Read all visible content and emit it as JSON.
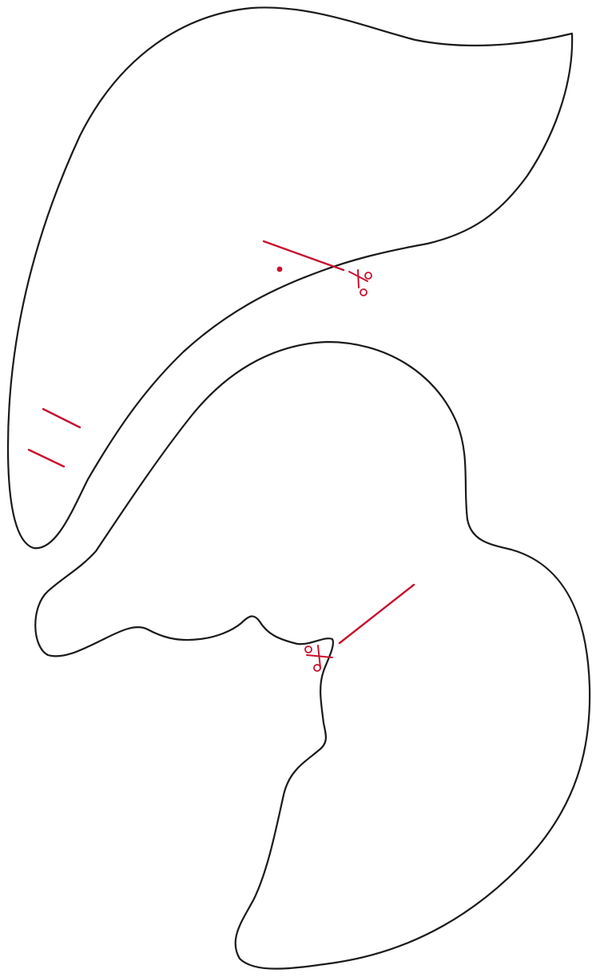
{
  "pieces": [
    {
      "name": "upper-pattern-piece"
    },
    {
      "name": "lower-pattern-piece"
    }
  ],
  "markings": {
    "cut_line_upper": "cut-line",
    "cut_line_lower": "cut-line",
    "scissors_upper": "scissors-icon",
    "scissors_lower": "scissors-icon",
    "dot": "dot-marker",
    "notches": "notch-marks"
  },
  "colors": {
    "background": "#ffffff",
    "outline": "#1a1a1a",
    "marking": "#c8102e"
  }
}
